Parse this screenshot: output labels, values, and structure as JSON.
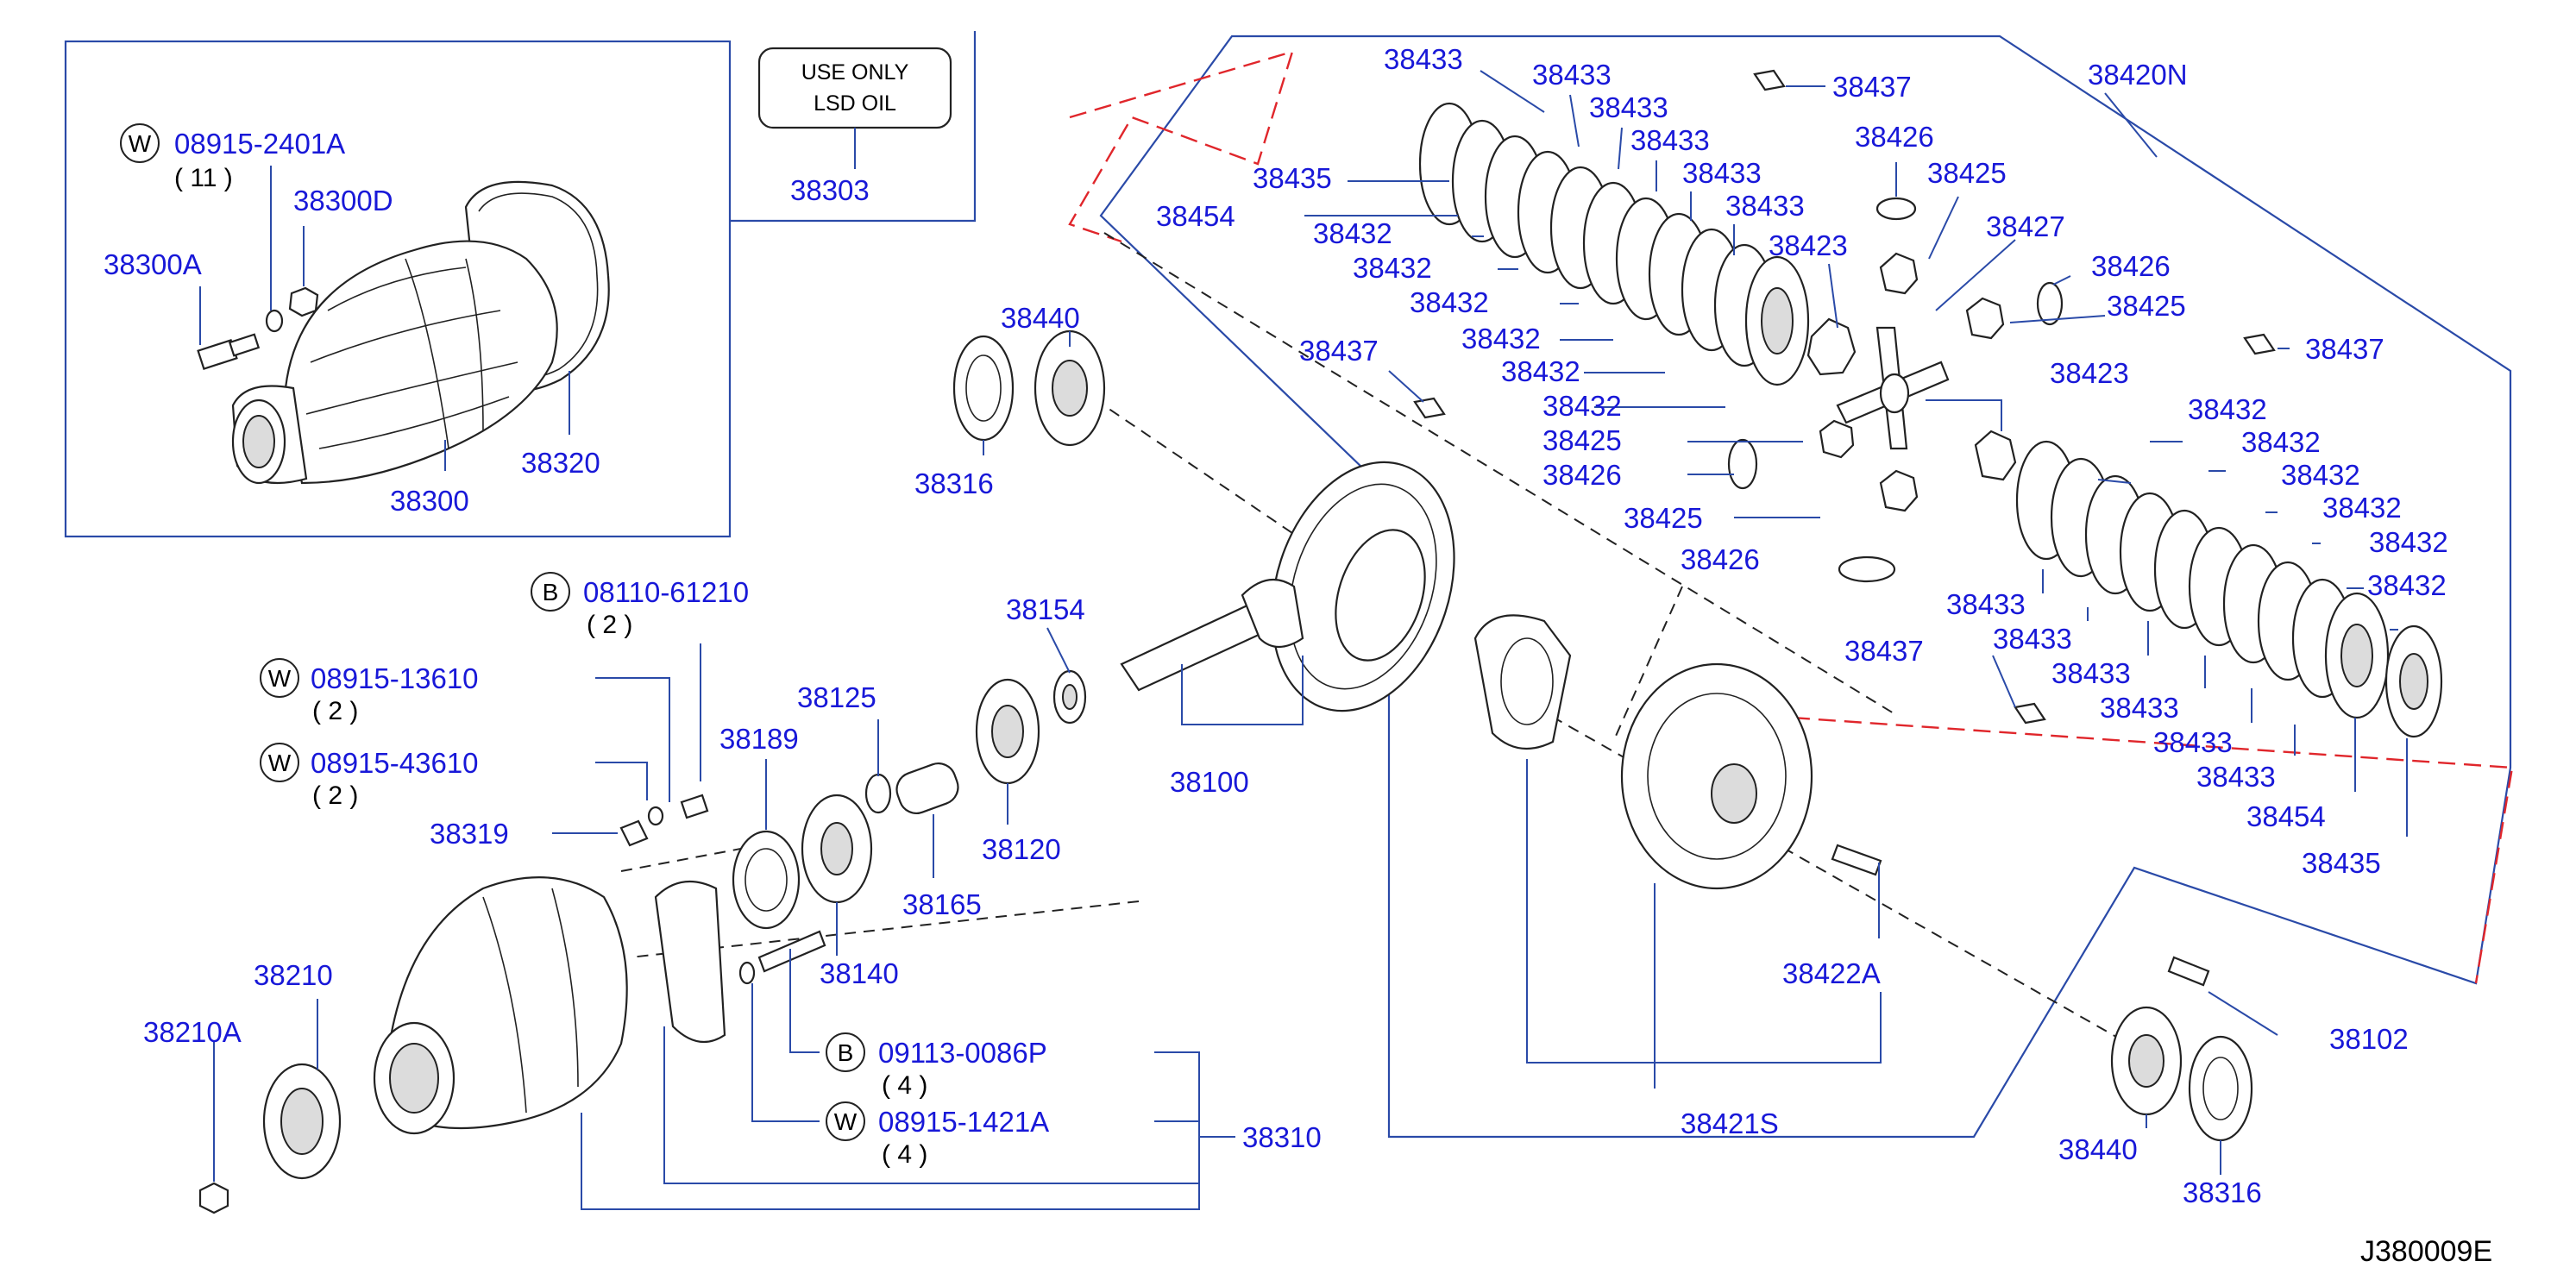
{
  "diagram_id": "J380009E",
  "oil_plate": {
    "line1": "USE   ONLY",
    "line2": "LSD   OIL"
  },
  "parts": {
    "p38303": "38303",
    "p08915_2401A": "08915-2401A",
    "q11": "( 11 )",
    "p38300D": "38300D",
    "p38300A": "38300A",
    "p38300": "38300",
    "p38320": "38320",
    "p38440_top": "38440",
    "p38316_top": "38316",
    "p38437_a": "38437",
    "p38433_1": "38433",
    "p38433_2": "38433",
    "p38433_3": "38433",
    "p38433_4": "38433",
    "p38433_5": "38433",
    "p38433_6": "38433",
    "p38435_top": "38435",
    "p38454_top": "38454",
    "p38432_1": "38432",
    "p38432_2": "38432",
    "p38432_3": "38432",
    "p38432_4": "38432",
    "p38432_5": "38432",
    "p38432_6": "38432",
    "p38423_l": "38423",
    "p38425_a": "38425",
    "p38426_a": "38426",
    "p38425_b": "38425",
    "p38426_b": "38426",
    "p38437_top": "38437",
    "p38426_top": "38426",
    "p38425_top": "38425",
    "p38427": "38427",
    "p38426_r": "38426",
    "p38425_r": "38425",
    "p38437_r": "38437",
    "p38420N": "38420N",
    "p38423_r": "38423",
    "p38432_r1": "38432",
    "p38432_r2": "38432",
    "p38432_r3": "38432",
    "p38432_r4": "38432",
    "p38432_r5": "38432",
    "p38432_r6": "38432",
    "p38433_r1": "38433",
    "p38433_r2": "38433",
    "p38433_r3": "38433",
    "p38433_r4": "38433",
    "p38433_r5": "38433",
    "p38433_r6": "38433",
    "p38454_r": "38454",
    "p38435_r": "38435",
    "p38437_mid": "38437",
    "p08110": "08110-61210",
    "q2a": "( 2 )",
    "p08915_13610": "08915-13610",
    "q2b": "( 2 )",
    "p08915_43610": "08915-43610",
    "q2c": "( 2 )",
    "p38319": "38319",
    "p38154": "38154",
    "p38125": "38125",
    "p38189": "38189",
    "p38100": "38100",
    "p38120": "38120",
    "p38165": "38165",
    "p38140": "38140",
    "p38210": "38210",
    "p38210A": "38210A",
    "p09113": "09113-0086P",
    "q4a": "( 4 )",
    "p08915_1421A": "08915-1421A",
    "q4b": "( 4 )",
    "p38310": "38310",
    "p38422A": "38422A",
    "p38421S": "38421S",
    "p38102": "38102",
    "p38440_bot": "38440",
    "p38316_bot": "38316"
  },
  "prefix_symbols": {
    "washer": "W",
    "bolt": "B"
  }
}
